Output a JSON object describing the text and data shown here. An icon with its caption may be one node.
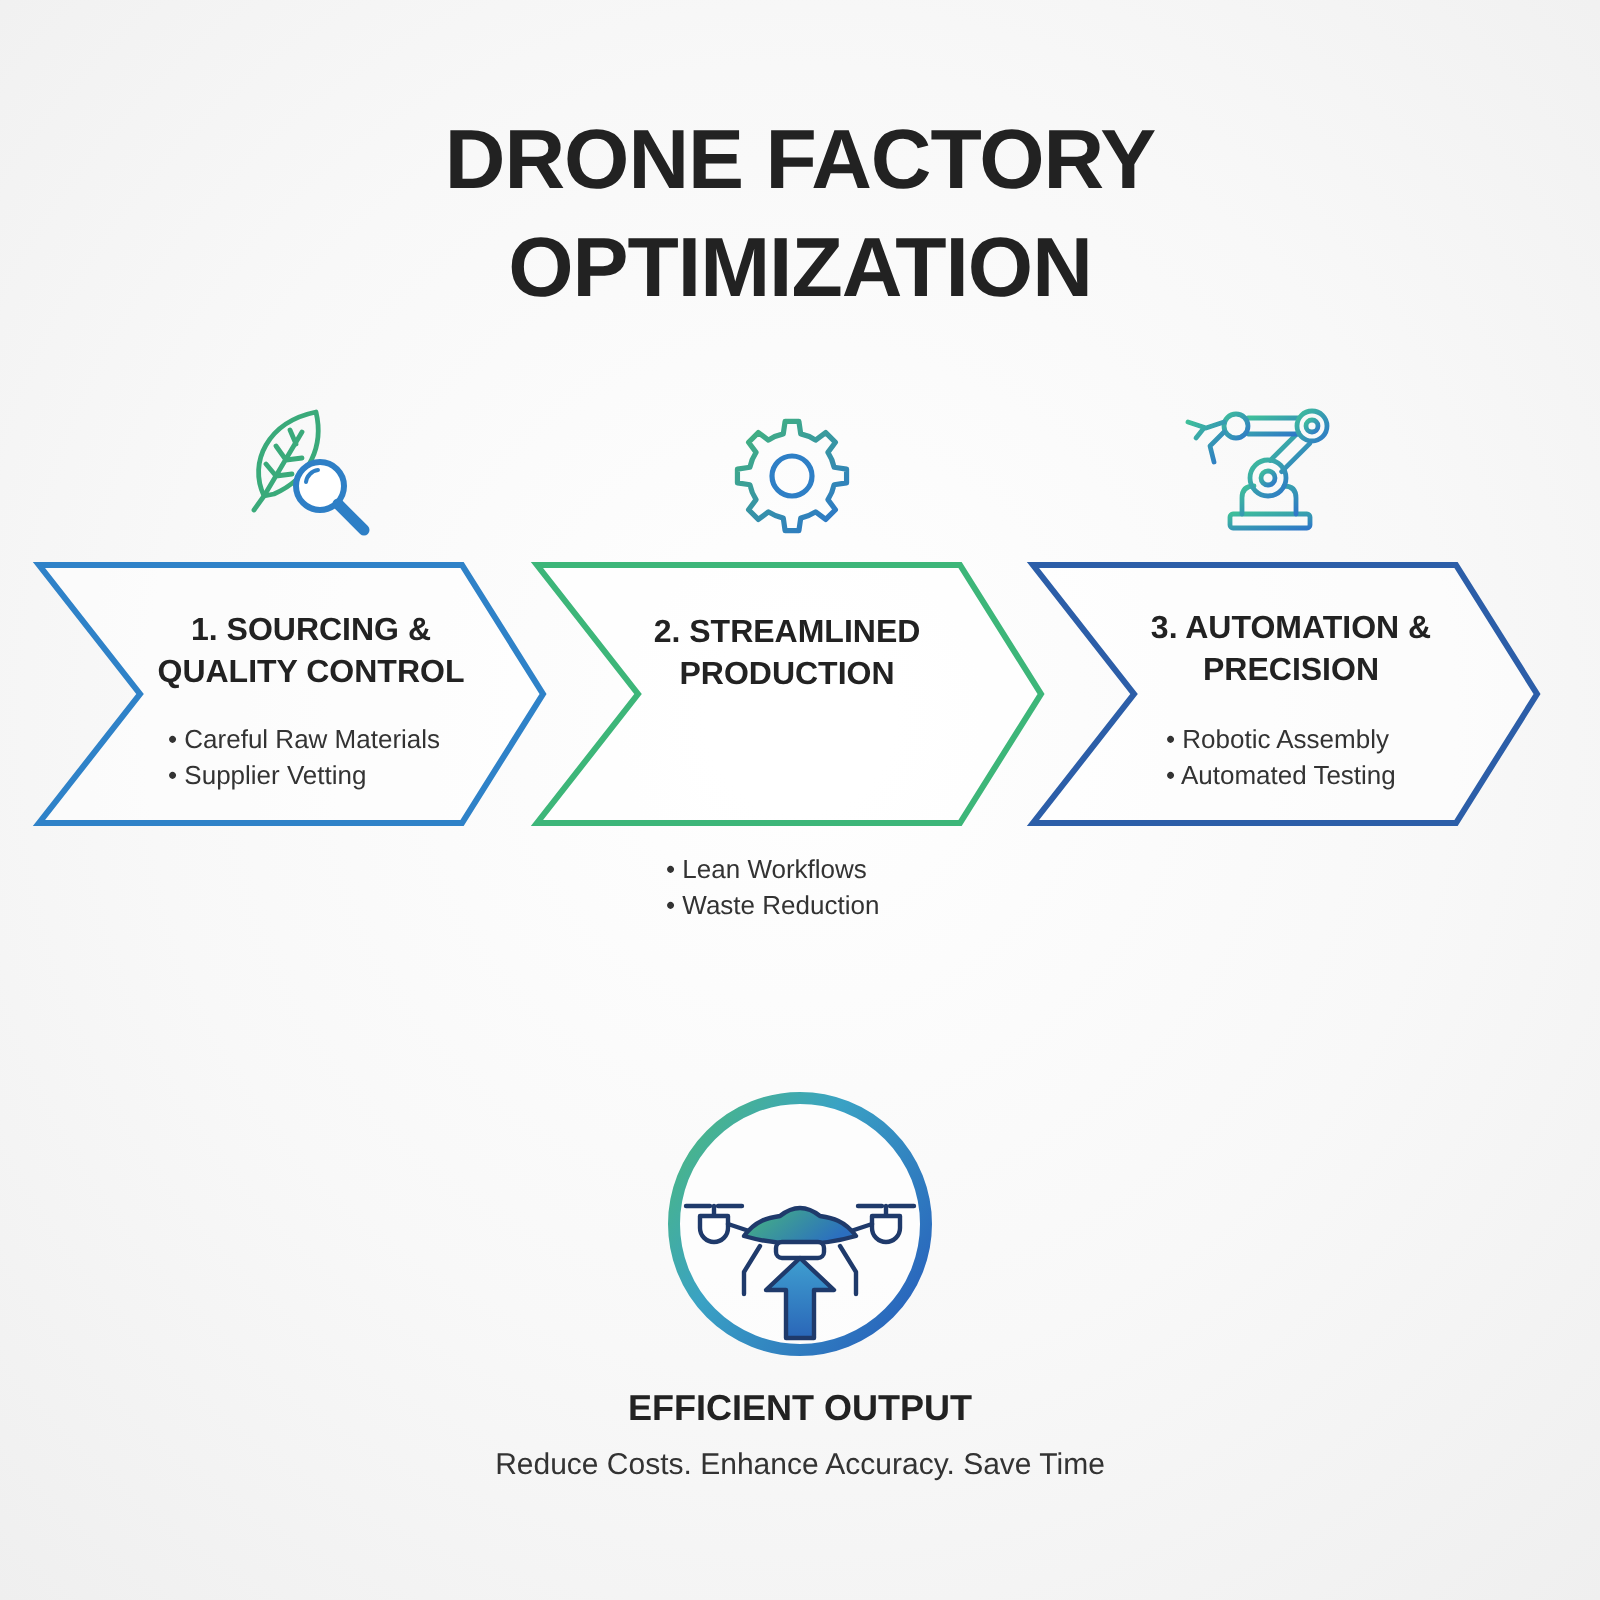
{
  "diagram": {
    "title": "DRONE FACTORY OPTIMIZATION",
    "nodes": [
      {
        "text": [
          "1. SOURCING & QUALITY CONTROL",
          "• Careful Raw Materials",
          "• Supplier Vetting"
        ]
      },
      {
        "text": [
          "2. STREAMLINED PRODUCTION"
        ],
        "beside": [
          "• Lean Workflows",
          "• Waste Reduction"
        ]
      },
      {
        "text": [
          "3. AUTOMATION & PRECISION",
          "• Robotic Assembly",
          "• Automated Testing"
        ]
      },
      {
        "text": [
          "EFFICIENT OUTPUT"
        ],
        "beside": [
          "Reduce Costs. Enhance Accuracy. Save Time"
        ]
      }
    ]
  }
}
